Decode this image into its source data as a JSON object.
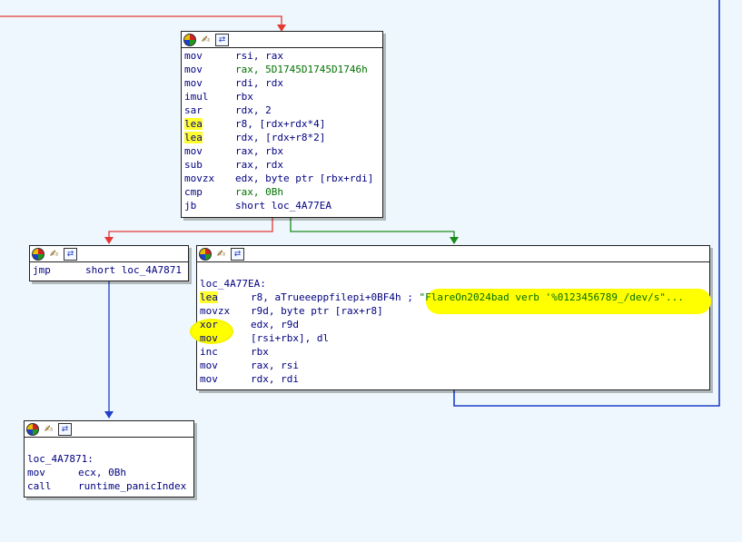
{
  "colors": {
    "background": "#eef7fd",
    "edge_true": "#1a8c1a",
    "edge_false": "#e53935",
    "edge_uncond": "#1f3fc8",
    "highlight": "#ffff00"
  },
  "header_icons": [
    "color-wheel-icon",
    "rename-pencil-icon",
    "graph-overview-icon"
  ],
  "blocks": {
    "main": {
      "lines": [
        {
          "mnemonic": "mov",
          "operands": "rsi, rax"
        },
        {
          "mnemonic": "mov",
          "operands": "rax, 5D1745D1745D1746h"
        },
        {
          "mnemonic": "mov",
          "operands": "rdi, rdx"
        },
        {
          "mnemonic": "imul",
          "operands": "rbx"
        },
        {
          "mnemonic": "sar",
          "operands": "rdx, 2"
        },
        {
          "mnemonic": "lea",
          "operands": "r8, [rdx+rdx*4]"
        },
        {
          "mnemonic": "lea",
          "operands": "rdx, [rdx+r8*2]"
        },
        {
          "mnemonic": "mov",
          "operands": "rax, rbx"
        },
        {
          "mnemonic": "sub",
          "operands": "rax, rdx"
        },
        {
          "mnemonic": "movzx",
          "operands": "edx, byte ptr [rbx+rdi]"
        },
        {
          "mnemonic": "cmp",
          "operands": "rax, 0Bh"
        },
        {
          "mnemonic": "jb",
          "operands": "short loc_4A77EA"
        }
      ]
    },
    "jmp_block": {
      "lines": [
        {
          "mnemonic": "jmp",
          "operands": "short loc_4A7871"
        }
      ]
    },
    "loc_4A77EA": {
      "label": "loc_4A77EA:",
      "lines": [
        {
          "mnemonic": "lea",
          "operands": "r8, aTrueeeppfilepi+0BF4h",
          "comment": "; ",
          "string": "\"FlareOn2024bad verb '%0123456789_/dev/s\"..."
        },
        {
          "mnemonic": "movzx",
          "operands": "r9d, byte ptr [rax+r8]"
        },
        {
          "mnemonic": "xor",
          "operands": "edx, r9d"
        },
        {
          "mnemonic": "mov",
          "operands": "[rsi+rbx], dl"
        },
        {
          "mnemonic": "inc",
          "operands": "rbx"
        },
        {
          "mnemonic": "mov",
          "operands": "rax, rsi"
        },
        {
          "mnemonic": "mov",
          "operands": "rdx, rdi"
        }
      ]
    },
    "loc_4A7871": {
      "label": "loc_4A7871:",
      "lines": [
        {
          "mnemonic": "mov",
          "operands": "ecx, 0Bh"
        },
        {
          "mnemonic": "call",
          "operands": "runtime_panicIndex"
        }
      ]
    }
  }
}
